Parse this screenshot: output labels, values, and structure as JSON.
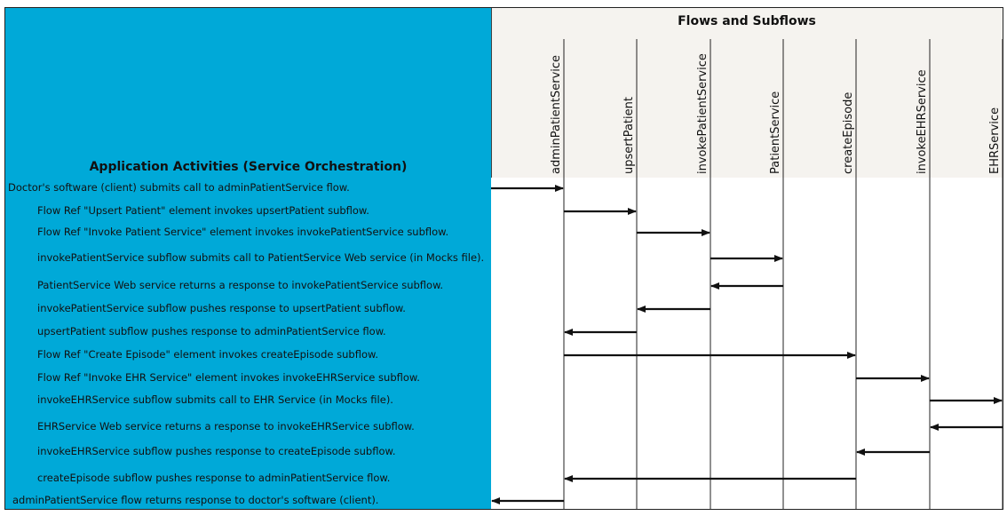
{
  "left_header": "Application Activities (Service Orchestration)",
  "right_header": "Flows and Subflows",
  "columns": [
    "adminPatientService",
    "upsertPatient",
    "invokePatientService",
    "PatientService",
    "createEpisode",
    "invokeEHRService",
    "EHRService"
  ],
  "steps": [
    {
      "text": "Doctor's software (client) submits call to adminPatientService flow.",
      "from": "client",
      "to": "adminPatientService"
    },
    {
      "text": "Flow Ref \"Upsert Patient\" element invokes upsertPatient subflow.",
      "from": "adminPatientService",
      "to": "upsertPatient"
    },
    {
      "text": "Flow Ref \"Invoke Patient Service\" element invokes invokePatientService subflow.",
      "from": "upsertPatient",
      "to": "invokePatientService"
    },
    {
      "text": "invokePatientService subflow submits call to PatientService Web service (in Mocks file).",
      "from": "invokePatientService",
      "to": "PatientService"
    },
    {
      "text": "PatientService Web service returns a response to invokePatientService subflow.",
      "from": "PatientService",
      "to": "invokePatientService"
    },
    {
      "text": "invokePatientService subflow pushes response to upsertPatient subflow.",
      "from": "invokePatientService",
      "to": "upsertPatient"
    },
    {
      "text": "upsertPatient subflow pushes response to adminPatientService flow.",
      "from": "upsertPatient",
      "to": "adminPatientService"
    },
    {
      "text": "Flow Ref \"Create Episode\" element invokes createEpisode subflow.",
      "from": "adminPatientService",
      "to": "createEpisode"
    },
    {
      "text": "Flow Ref \"Invoke EHR Service\" element invokes invokeEHRService subflow.",
      "from": "createEpisode",
      "to": "invokeEHRService"
    },
    {
      "text": "invokeEHRService subflow submits call to EHR Service (in Mocks file).",
      "from": "invokeEHRService",
      "to": "EHRService"
    },
    {
      "text": "EHRService Web service returns a response to invokeEHRService subflow.",
      "from": "EHRService",
      "to": "invokeEHRService"
    },
    {
      "text": "invokeEHRService subflow pushes response to createEpisode subflow.",
      "from": "invokeEHRService",
      "to": "createEpisode"
    },
    {
      "text": "createEpisode subflow pushes response to adminPatientService flow.",
      "from": "createEpisode",
      "to": "adminPatientService"
    },
    {
      "text": "adminPatientService flow returns response to doctor's software (client).",
      "from": "adminPatientService",
      "to": "client"
    }
  ]
}
